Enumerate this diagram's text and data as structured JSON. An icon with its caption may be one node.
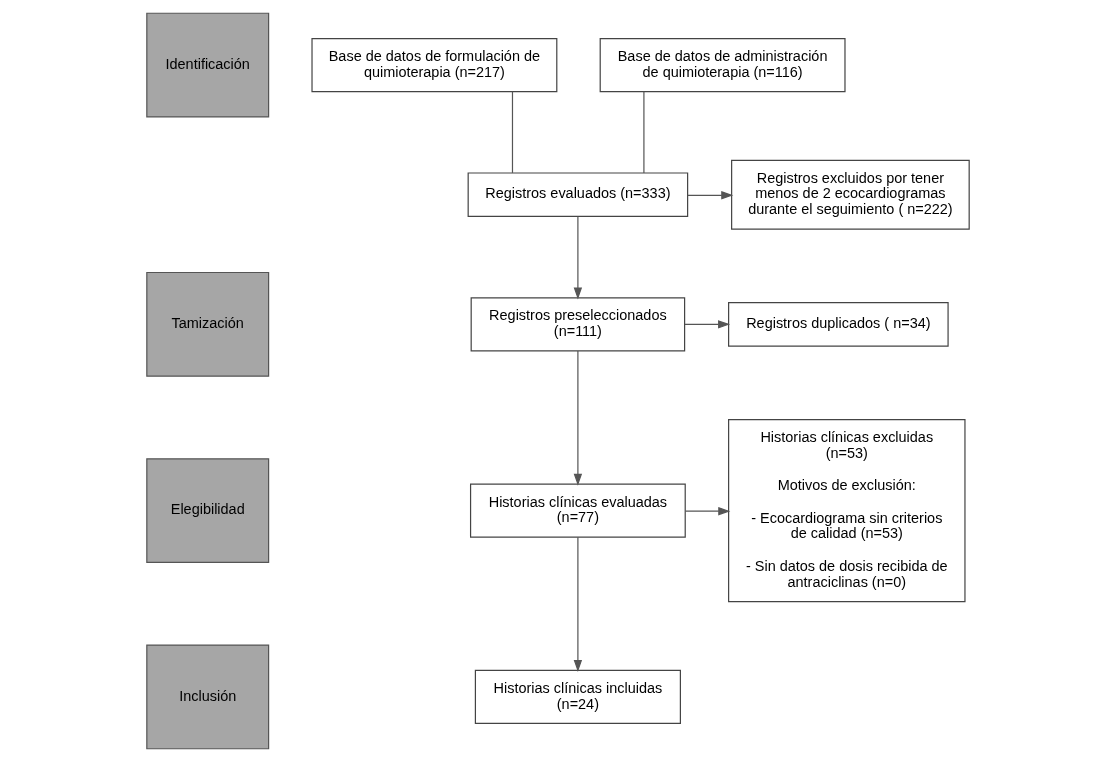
{
  "diagram": {
    "nodes": [
      {
        "text": [
          "Identificación"
        ]
      },
      {
        "text": [
          "Tamización"
        ]
      },
      {
        "text": [
          "Elegibilidad"
        ]
      },
      {
        "text": [
          "Inclusión"
        ]
      },
      {
        "text": [
          "Base de datos de formulación de quimioterapia (n=217)"
        ]
      },
      {
        "text": [
          "Base de datos de administración de quimioterapia (n=116)"
        ]
      },
      {
        "text": [
          "Registros evaluados (n=333)"
        ]
      },
      {
        "text": [
          "Registros excluidos por tener menos de 2 ecocardiogramas durante el seguimiento ( n=222)"
        ]
      },
      {
        "text": [
          "Registros preseleccionados (n=111)"
        ]
      },
      {
        "text": [
          "Registros duplicados ( n=34)"
        ]
      },
      {
        "text": [
          "Historias clínicas evaluadas (n=77)"
        ]
      },
      {
        "text": [
          "Historias clínicas excluidas (n=53)",
          "Motivos de exclusión:",
          "- Ecocardiograma sin criterios de calidad (n=53)",
          "- Sin datos de dosis recibida de antraciclinas (n=0)"
        ]
      },
      {
        "text": [
          "Historias clínicas incluidas (n=24)"
        ]
      }
    ],
    "edges": [
      {
        "from": 4,
        "to": 6,
        "arrow": "none"
      },
      {
        "from": 5,
        "to": 6,
        "arrow": "none"
      },
      {
        "from": 6,
        "to": 7,
        "arrow": "to"
      },
      {
        "from": 6,
        "to": 8,
        "arrow": "to"
      },
      {
        "from": 8,
        "to": 9,
        "arrow": "to"
      },
      {
        "from": 8,
        "to": 10,
        "arrow": "to"
      },
      {
        "from": 10,
        "to": 11,
        "arrow": "to"
      },
      {
        "from": 10,
        "to": 12,
        "arrow": "to"
      }
    ]
  }
}
